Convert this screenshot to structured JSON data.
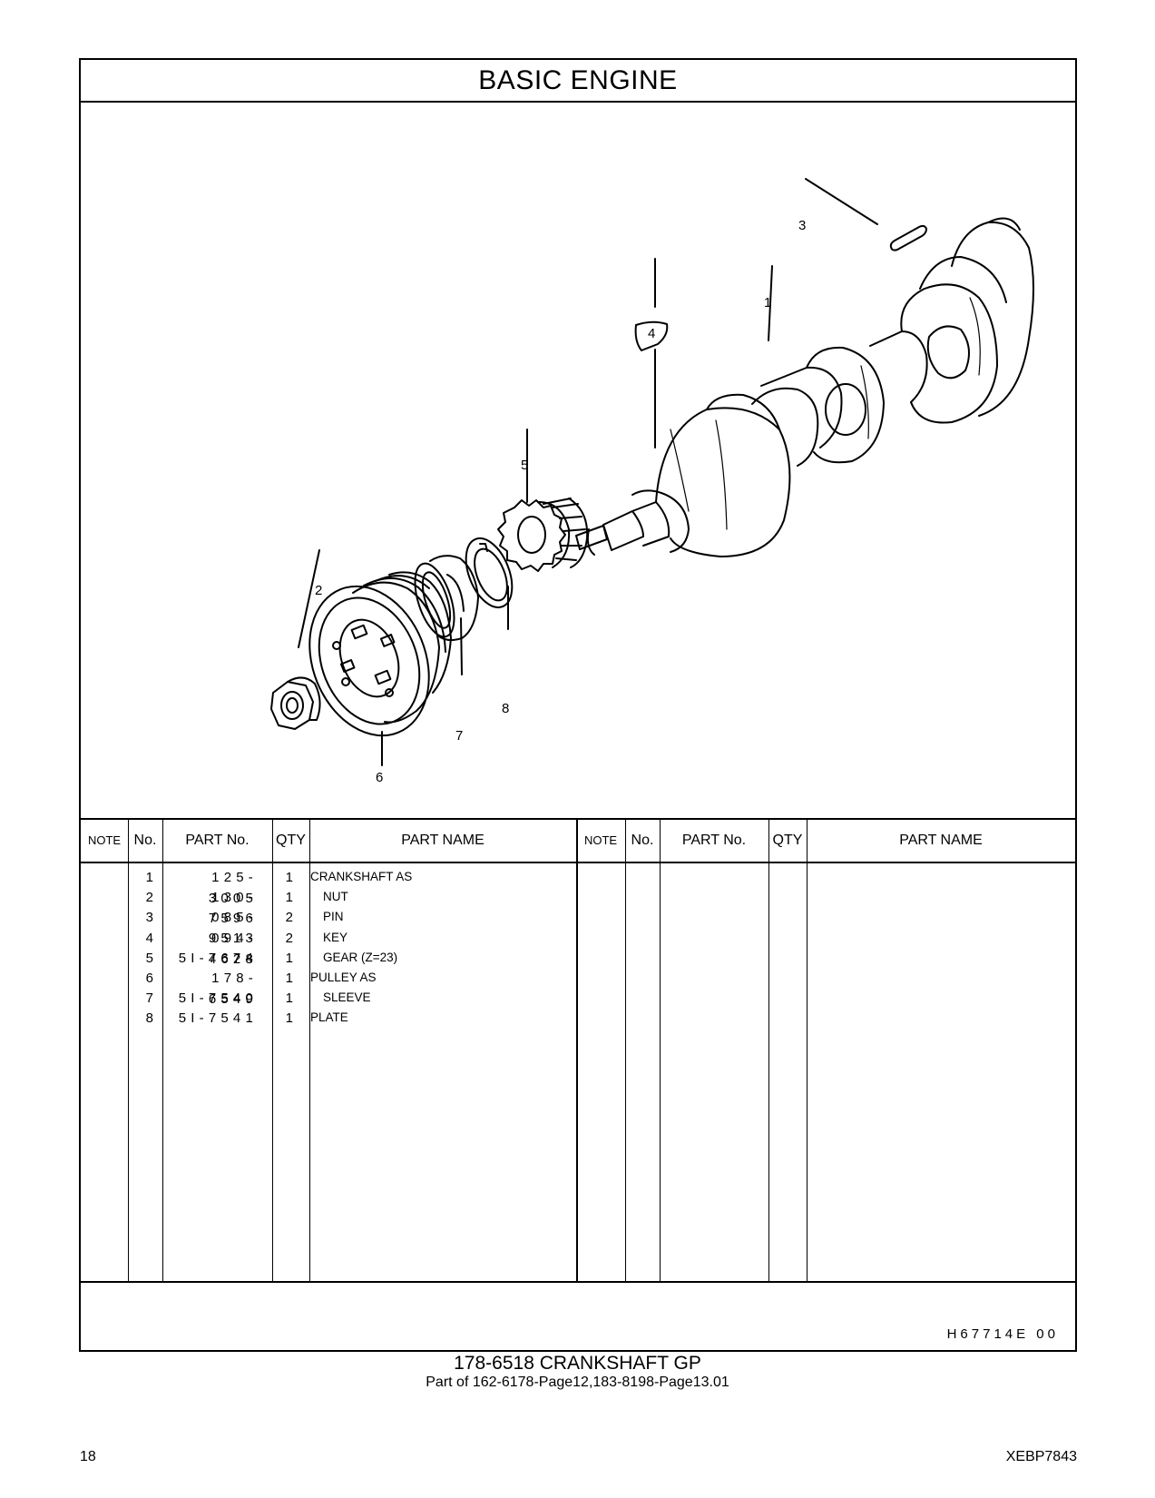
{
  "page_title": "BASIC   ENGINE",
  "callouts": [
    "1",
    "2",
    "3",
    "4",
    "5",
    "6",
    "7",
    "8"
  ],
  "table_headers": {
    "note": "NOTE",
    "no": "No.",
    "part_no": "PART No.",
    "qty": "QTY",
    "part_name": "PART NAME"
  },
  "parts": [
    {
      "no": "1",
      "part_no": "125-3005",
      "qty": "1",
      "name": "CRANKSHAFT  AS",
      "indent": false
    },
    {
      "no": "2",
      "part_no": "130-7596",
      "qty": "1",
      "name": "NUT",
      "indent": true
    },
    {
      "no": "3",
      "part_no": "085-9513",
      "qty": "2",
      "name": "PIN",
      "indent": true
    },
    {
      "no": "4",
      "part_no": "094-4628",
      "qty": "2",
      "name": "KEY",
      "indent": true
    },
    {
      "no": "5",
      "part_no": "5I-7674",
      "qty": "1",
      "name": "GEAR (Z=23)",
      "indent": true
    },
    {
      "no": "6",
      "part_no": "178-6549",
      "qty": "1",
      "name": "PULLEY  AS",
      "indent": false
    },
    {
      "no": "7",
      "part_no": "5I-7540",
      "qty": "1",
      "name": "SLEEVE",
      "indent": true
    },
    {
      "no": "8",
      "part_no": "5I-7541",
      "qty": "1",
      "name": "PLATE",
      "indent": false
    }
  ],
  "ref_code": "H67714E   00",
  "group_title": "178-6518   CRANKSHAFT  GP",
  "group_subtitle": "Part of 162-6178-Page12,183-8198-Page13.01",
  "page_number": "18",
  "doc_id": "XEBP7843"
}
